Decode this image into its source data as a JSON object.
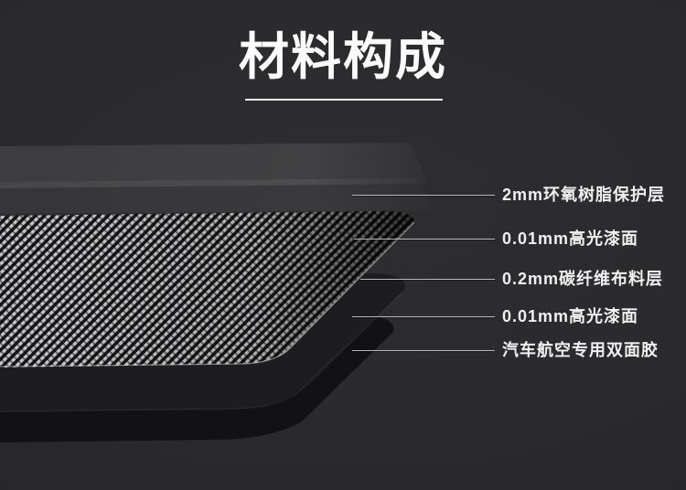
{
  "header": {
    "title": "材料构成"
  },
  "annotations": {
    "items": [
      {
        "text": "2mm环氧树脂保护层"
      },
      {
        "text": "0.01mm高光漆面"
      },
      {
        "text": "0.2mm碳纤维布料层"
      },
      {
        "text": "0.01mm高光漆面"
      },
      {
        "text": "汽车航空专用双面胶"
      }
    ]
  },
  "illustration": {
    "layers": [
      "epoxy-resin-protective-sheet",
      "gloss-paint-sheet-top",
      "carbon-fiber-cloth-layer",
      "gloss-paint-layer-bottom",
      "double-sided-adhesive-layer"
    ]
  },
  "colors": {
    "background": "#2b2b2d",
    "title_text": "#fafafa",
    "label_text": "#f0f0f0",
    "leader_line": "#c6c6c6",
    "carbon_light": "#c6c6c6",
    "carbon_dark": "#18181a",
    "paint_layer_dark": "#1d1d1f",
    "adhesive_layer_dark": "#121214"
  }
}
